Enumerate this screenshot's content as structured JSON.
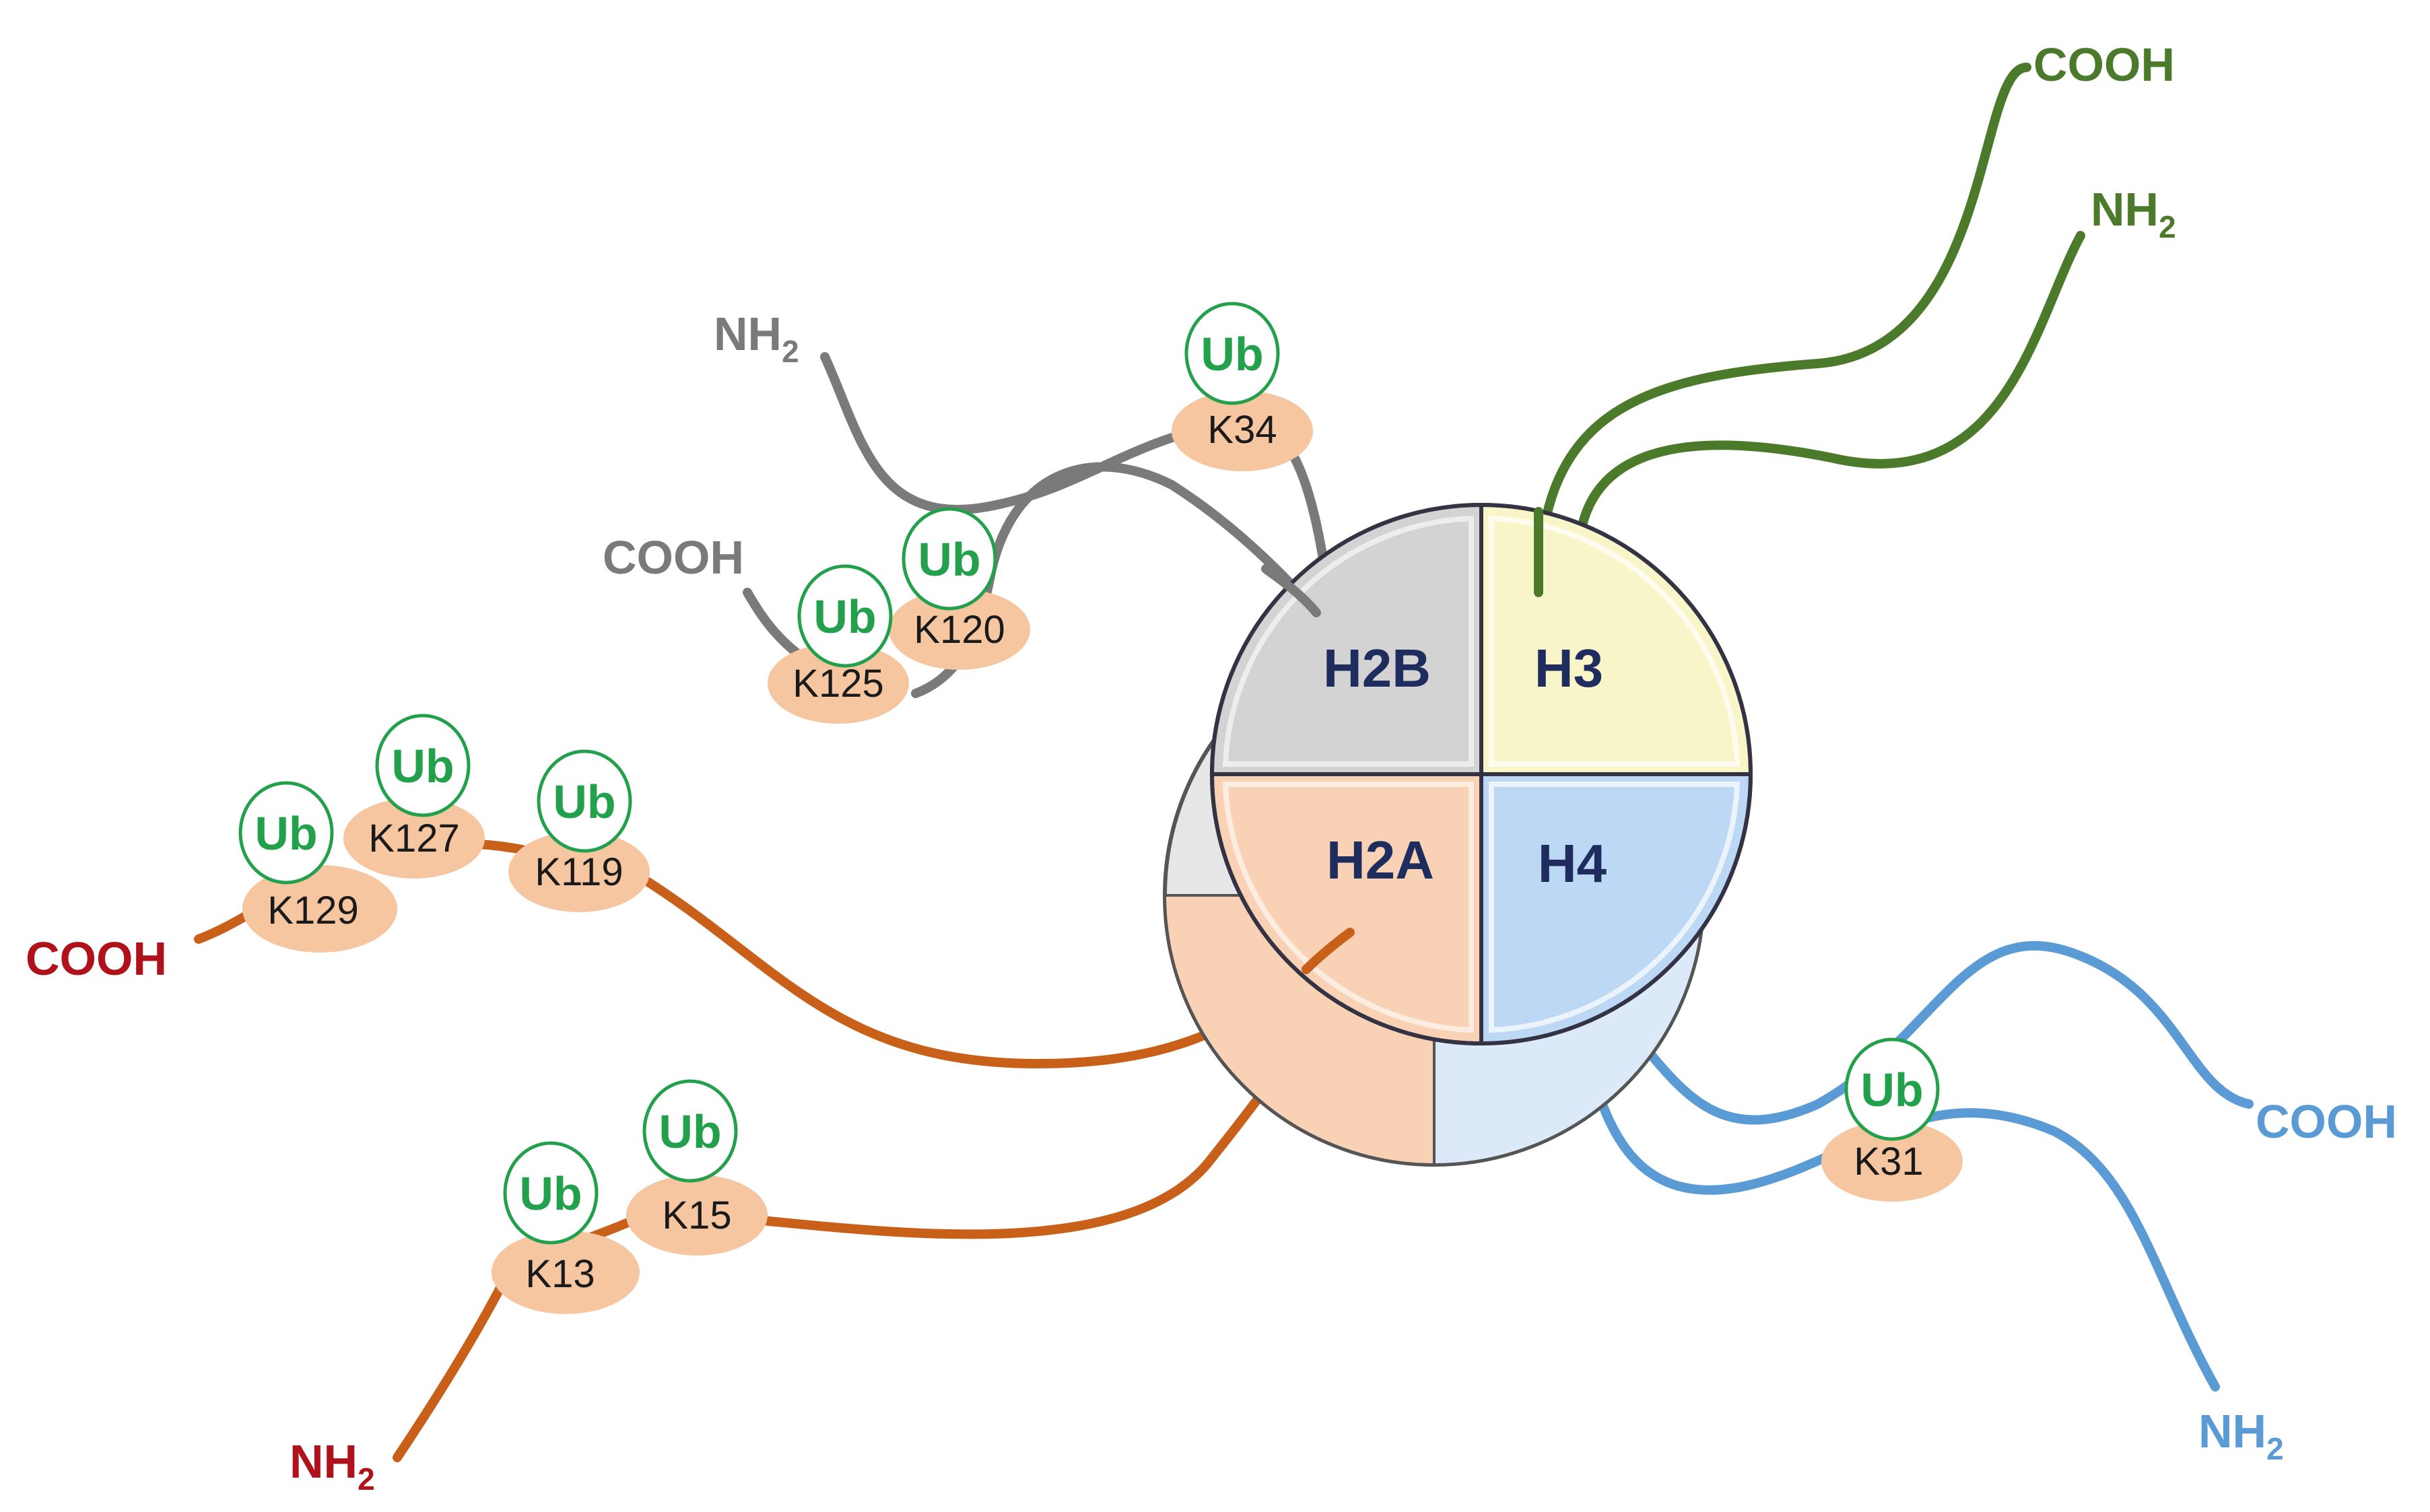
{
  "histones": {
    "h2b": {
      "label": "H2B",
      "color": "#d3d3d3"
    },
    "h3": {
      "label": "H3",
      "color": "#f8f6c8"
    },
    "h2a": {
      "label": "H2A",
      "color": "#f9d2b5"
    },
    "h4": {
      "label": "H4",
      "color": "#bcd8f5"
    }
  },
  "modification_label": "Ub",
  "sites": {
    "h2b_k34": "K34",
    "h2b_k120": "K120",
    "h2b_k125": "K125",
    "h2a_k119": "K119",
    "h2a_k127": "K127",
    "h2a_k129": "K129",
    "h2a_k13": "K13",
    "h2a_k15": "K15",
    "h4_k31": "K31"
  },
  "termini": {
    "cooh": "COOH",
    "nh": "NH",
    "nh_subscript": "2"
  },
  "colors": {
    "h2b_tail": "#7a7a7a",
    "h3_tail": "#4a7a2a",
    "h2a_tail": "#c8601a",
    "h2a_cooh_label": "#b0121b",
    "h4_tail": "#5b9bd5",
    "ub_outline": "#22a04b",
    "site_fill": "#f5c6a0",
    "histone_label": "#1f2d5e"
  }
}
